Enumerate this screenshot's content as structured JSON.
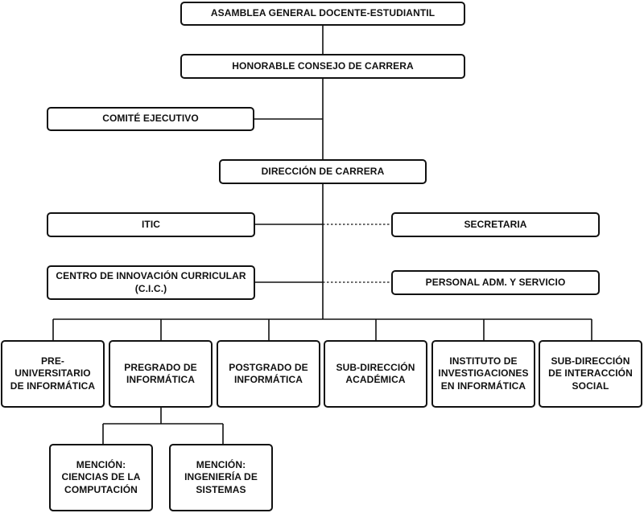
{
  "diagram": {
    "nodes": {
      "asamblea": "ASAMBLEA GENERAL DOCENTE-ESTUDIANTIL",
      "consejo": "HONORABLE CONSEJO DE CARRERA",
      "comite": "COMITÉ EJECUTIVO",
      "direccion": "DIRECCIÓN DE CARRERA",
      "itic": "ITIC",
      "secretaria": "SECRETARIA",
      "cic": "CENTRO DE INNOVACIÓN CURRICULAR\n(C.I.C.)",
      "personal": "PERSONAL ADM. Y SERVICIO",
      "preuniversitario": "PRE-\nUNIVERSITARIO\nDE INFORMÁTICA",
      "pregrado": "PREGRADO DE\nINFORMÁTICA",
      "postgrado": "POSTGRADO DE\nINFORMÁTICA",
      "subdir_academica": "SUB-DIRECCIÓN\nACADÉMICA",
      "instituto": "INSTITUTO DE\nINVESTIGACIONES\nEN INFORMÁTICA",
      "subdir_interaccion": "SUB-DIRECCIÓN\nDE INTERACCIÓN\nSOCIAL",
      "mencion_ciencias": "MENCIÓN:\nCIENCIAS DE LA\nCOMPUTACIÓN",
      "mencion_sistemas": "MENCIÓN:\nINGENIERÍA DE\nSISTEMAS"
    },
    "colors": {
      "line": "#111111",
      "box_border": "#111111",
      "background": "#ffffff"
    }
  }
}
